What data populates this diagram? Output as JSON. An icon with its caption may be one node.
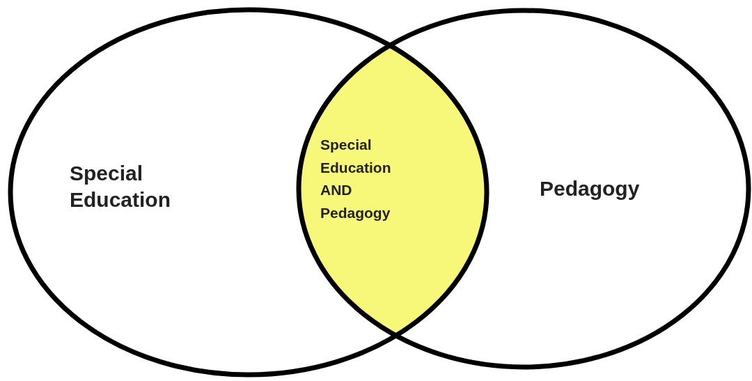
{
  "diagram": {
    "nodes": [
      {
        "text": [
          "Special Education"
        ]
      },
      {
        "text": [
          "Special Education AND Pedagogy"
        ]
      },
      {
        "text": [
          "Pedagogy"
        ]
      }
    ]
  }
}
